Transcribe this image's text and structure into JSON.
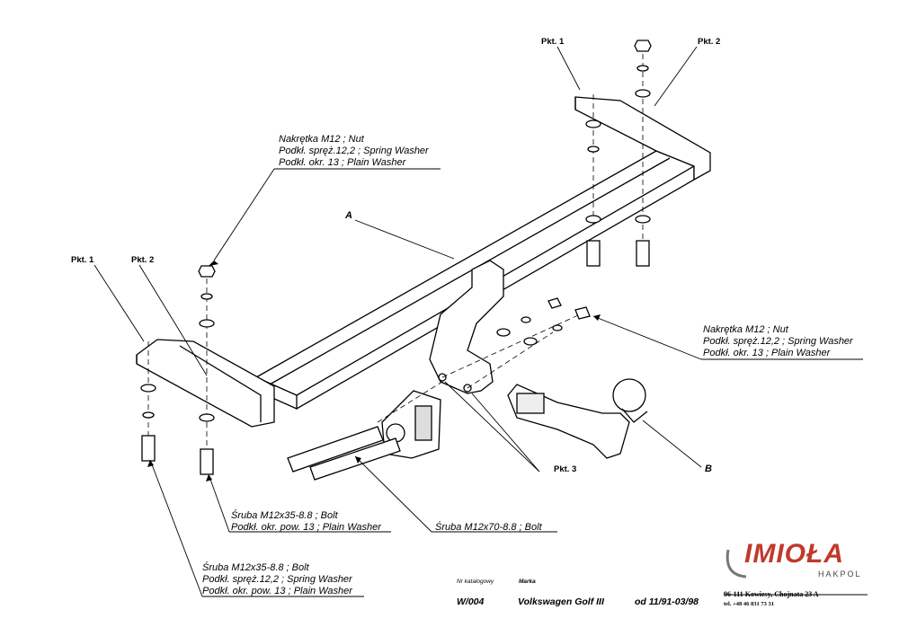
{
  "callouts": {
    "nut_top": [
      "Nakrętka  M12 ; Nut",
      "Podkł. spręż.12,2 ; Spring Washer",
      "Podkł. okr. 13 ; Plain Washer"
    ],
    "nut_right": [
      "Nakrętka  M12 ; Nut",
      "Podkł. spręż.12,2 ; Spring Washer",
      "Podkł. okr. 13 ; Plain Washer"
    ],
    "bolt_mid": [
      "Śruba M12x35-8.8 ;  Bolt",
      "Podkł. okr. pow. 13 ; Plain Washer"
    ],
    "bolt_long": [
      "Śruba M12x70-8.8 ;  Bolt"
    ],
    "bolt_bottom": [
      "Śruba M12x35-8.8 ;  Bolt",
      "Podkł. spręż.12,2 ; Spring Washer",
      "Podkł. okr. pow. 13 ; Plain Washer"
    ]
  },
  "points": {
    "pkt1_top": "Pkt. 1",
    "pkt2_top": "Pkt. 2",
    "pkt1_left": "Pkt. 1",
    "pkt2_left": "Pkt. 2",
    "pkt3": "Pkt. 3"
  },
  "parts": {
    "a": "A",
    "b": "B"
  },
  "title_block": {
    "catalog_label": "Nr katalogowy",
    "brand_label": "Marka",
    "catalog_no": "W/004",
    "vehicle": "Volkswagen Golf III",
    "years": "od 11/91-03/98"
  },
  "company": {
    "logo": "IMIOŁA",
    "sub": "HAKPOL",
    "address": "96-111 Kowiesy, Chojnata 23 A",
    "phone": "tel. +48 46 831 73 31",
    "logo_color": "#c0392b"
  }
}
